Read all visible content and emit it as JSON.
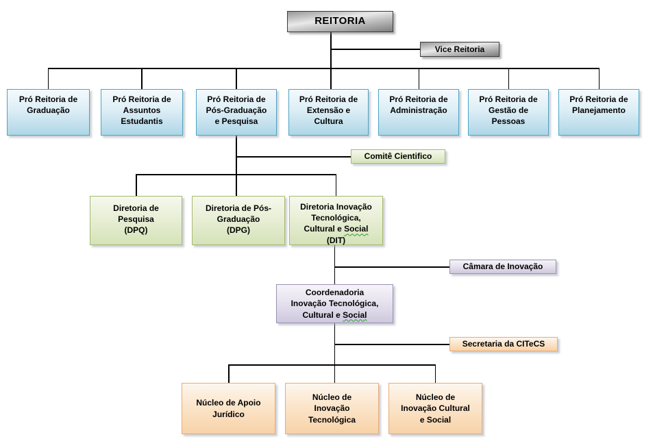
{
  "palette": {
    "textColor": "#000000",
    "lineColor": "#000000",
    "squiggleColor": "#2f9b2f",
    "shadowSoft": "rgba(162,170,179,0.55)",
    "shadowStrong": "rgba(118,118,118,0.55)",
    "metal1": "#969696",
    "metal2": "#e9e9e9",
    "metal3": "#c6c6c6",
    "metal4": "#7d7d7d",
    "metalBorder": "#3b3b3b",
    "blueTop": "#f4fafd",
    "blueMid": "#ddeef6",
    "blueBottom": "#aed6e6",
    "blueBorder": "#4ea3c3",
    "greenTop": "#f5f8ec",
    "greenMid": "#e8efd6",
    "greenBottom": "#d5e2b9",
    "greenBorder": "#a5ba70",
    "purpleTop": "#f6f4f9",
    "purpleMid": "#e7e2ef",
    "purpleBottom": "#cfc8dd",
    "purpleBorder": "#9a91b2",
    "orangeTop": "#fdf6ee",
    "orangeMid": "#fbe5cb",
    "orangeBottom": "#f8d2a8",
    "orangeBorder": "#e8ab76"
  },
  "org": {
    "reitoria": {
      "label": "REITORIA"
    },
    "vice_reitoria": {
      "label": "Vice Reitoria"
    },
    "pro_reitorias": [
      {
        "label": [
          "Pró Reitoria de",
          "Graduação"
        ]
      },
      {
        "label": [
          "Pró Reitoria de",
          "Assuntos",
          "Estudantis"
        ]
      },
      {
        "label": [
          "Pró Reitoria de",
          "Pós-Graduação",
          "e Pesquisa"
        ]
      },
      {
        "label": [
          "Pró Reitoria de",
          "Extensão e",
          "Cultura"
        ]
      },
      {
        "label": [
          "Pró Reitoria de",
          "Administração"
        ]
      },
      {
        "label": [
          "Pró Reitoria de",
          "Gestão de",
          "Pessoas"
        ]
      },
      {
        "label": [
          "Pró Reitoria de",
          "Planejamento"
        ]
      }
    ],
    "comite": {
      "label": "Comitê Cientifico"
    },
    "diretorias": [
      {
        "label": [
          "Diretoria de",
          "Pesquisa",
          "(DPQ)"
        ]
      },
      {
        "label": [
          "Diretoria de Pós-",
          "Graduação",
          "(DPG)"
        ]
      },
      {
        "label_top": [
          "Diretoria Inovação",
          "Tecnológica,",
          "Cultural e "
        ],
        "misspelled_word": "Social",
        "label_tail": [
          "",
          "(DIT)"
        ]
      }
    ],
    "camara": {
      "label": "Câmara de Inovação"
    },
    "coordenadoria": {
      "label_top": [
        "Coordenadoria",
        "Inovação Tecnológica,",
        "Cultural e "
      ],
      "misspelled_word": "Social"
    },
    "secretaria": {
      "label": "Secretaria da CITeCS"
    },
    "nucleos": [
      {
        "label": [
          "Núcleo de Apoio",
          "Jurídico"
        ]
      },
      {
        "label": [
          "Núcleo de",
          "Inovação",
          "Tecnológica"
        ]
      },
      {
        "label": [
          "Núcleo de",
          "Inovação Cultural",
          "e Social"
        ]
      }
    ]
  }
}
